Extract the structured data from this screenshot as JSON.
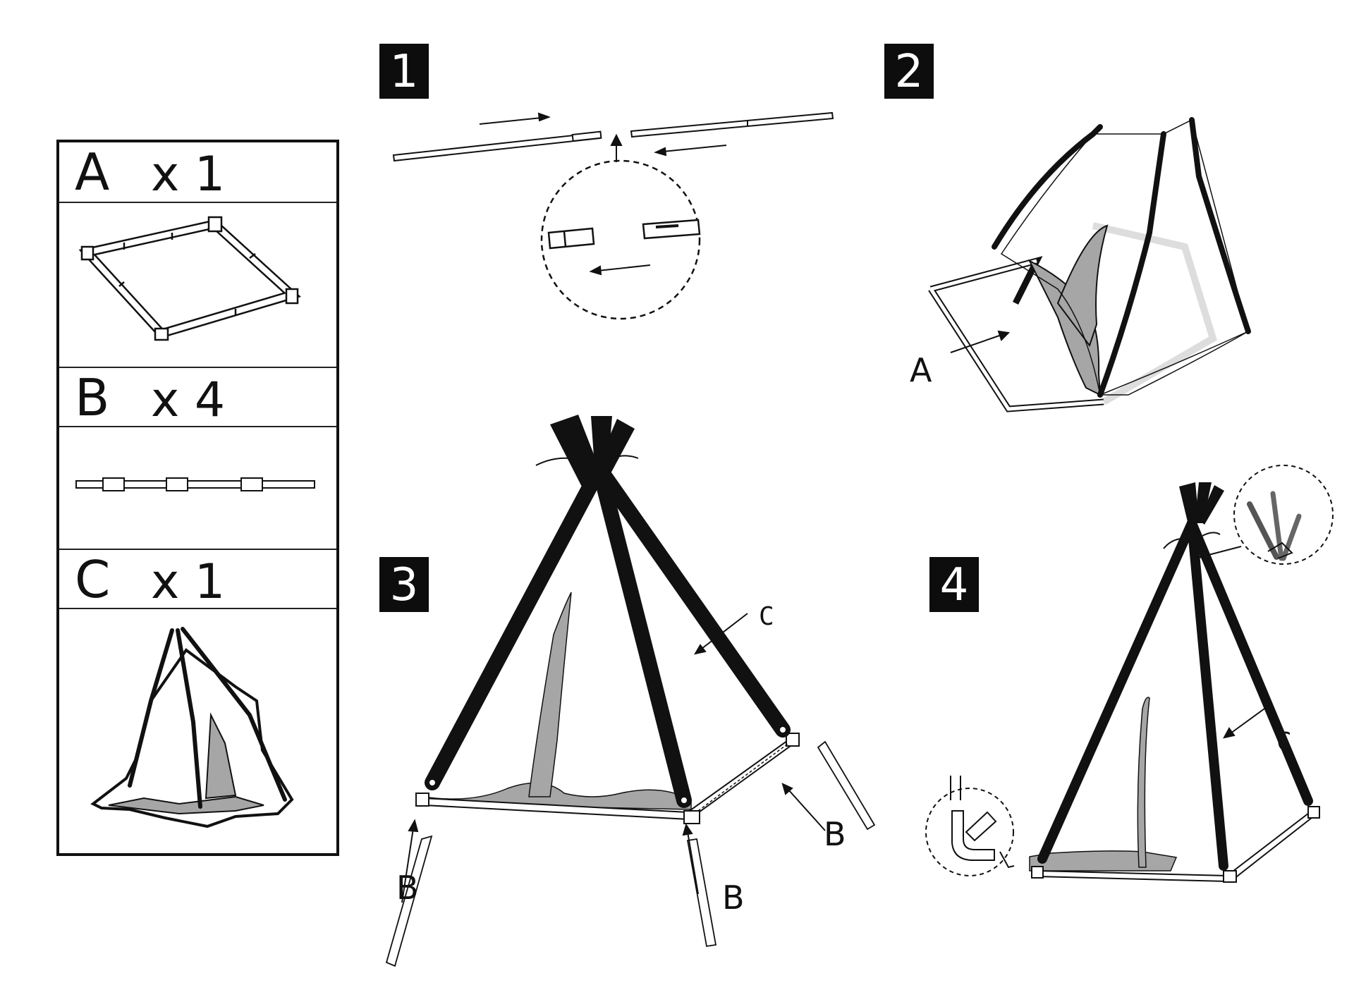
{
  "parts": [
    {
      "label": "A",
      "qty": "x 1",
      "icon": "floor-frame-icon"
    },
    {
      "label": "B",
      "qty": "x 4",
      "icon": "pole-icon"
    },
    {
      "label": "C",
      "qty": "x 1",
      "icon": "tent-cover-icon"
    }
  ],
  "steps": [
    {
      "number": "1"
    },
    {
      "number": "2",
      "callouts": [
        "A"
      ]
    },
    {
      "number": "3",
      "callouts": [
        "C",
        "B",
        "B",
        "B"
      ]
    },
    {
      "number": "4",
      "callouts": [
        "C"
      ]
    }
  ],
  "colors": {
    "ink": "#111111",
    "fill_gray": "#a6a6a6",
    "badge_bg": "#0d0d0d",
    "badge_text": "#ffffff"
  }
}
